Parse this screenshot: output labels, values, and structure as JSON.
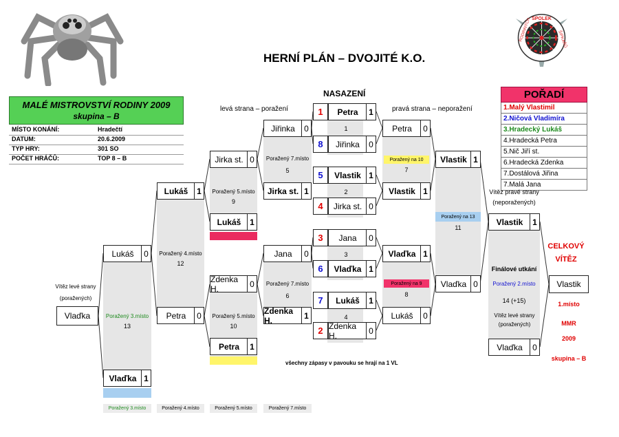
{
  "title": "HERNÍ PLÁN – DVOJITÉ K.O.",
  "logo_text": [
    "SPOLEK",
    "RODINNÝCH",
    "ŠIPKAŘŮ"
  ],
  "info": {
    "heading1": "MALÉ MISTROVSTVÍ RODINY  2009",
    "heading2": "skupina – B",
    "rows": [
      {
        "k": "MÍSTO KONÁNÍ:",
        "v": "Hradečtí"
      },
      {
        "k": "DATUM:",
        "v": "20.6.2009"
      },
      {
        "k": "TYP HRY:",
        "v": "301 SO"
      },
      {
        "k": "POČET HRÁČŮ:",
        "v": "TOP 8 – B"
      }
    ]
  },
  "ranking": {
    "title": "POŘADÍ",
    "items": [
      "1.Malý Vlastimil",
      "2.Ničová Vladimíra",
      "3.Hradecký Lukáš",
      "4.Hradecká Petra",
      "5.Nič Jiří st.",
      "6.Hradecká Zdenka",
      "7.Dostálová Jiřina",
      "7.Malá Jana"
    ]
  },
  "headers": {
    "nasazeni": "NASAZENÍ",
    "left": "levá strana – poražení",
    "right": "pravá strana – neporažení"
  },
  "seeds": [
    {
      "seed": "1",
      "name": "Petra",
      "score": "1",
      "match": "1"
    },
    {
      "seed": "8",
      "name": "Jiřinka",
      "score": "0"
    },
    {
      "seed": "5",
      "name": "Vlastik",
      "score": "1",
      "match": "2"
    },
    {
      "seed": "4",
      "name": "Jirka st.",
      "score": "0"
    },
    {
      "seed": "3",
      "name": "Jana",
      "score": "0",
      "match": "3"
    },
    {
      "seed": "6",
      "name": "Vlaďka",
      "score": "1"
    },
    {
      "seed": "7",
      "name": "Lukáš",
      "score": "1",
      "match": "4"
    },
    {
      "seed": "2",
      "name": "Zdenka H.",
      "score": "0"
    }
  ],
  "winners": {
    "r1": [
      {
        "name": "Petra",
        "score": "0"
      },
      {
        "name": "Vlastik",
        "score": "1"
      },
      {
        "name": "Vlaďka",
        "score": "1"
      },
      {
        "name": "Lukáš",
        "score": "0"
      }
    ],
    "m7_label": "Poražený na 10",
    "m7_num": "7",
    "m8_label": "Poražený na 9",
    "m8_num": "8",
    "r2": [
      {
        "name": "Vlastik",
        "score": "1"
      },
      {
        "name": "Vlaďka",
        "score": "0"
      }
    ],
    "m11_label": "Poražený na 13",
    "m11_num": "11",
    "vitez_prave": [
      "Vítěz pravé strany",
      "(neporažených)"
    ],
    "final_top": {
      "name": "Vlastik",
      "score": "1"
    },
    "final_label": "Finálové utkání",
    "final_place": "Poražený 2.místo",
    "final_num": "14 (+15)",
    "vitez_leve2": [
      "Vítěz levé strany",
      "(poražených)"
    ],
    "final_bot": {
      "name": "Vlaďka",
      "score": "0"
    }
  },
  "overall": {
    "title1": "CELKOVÝ",
    "title2": "VÍTĚZ",
    "name": "Vlastik",
    "place": "1.místo",
    "mmr": "MMR",
    "year": "2009",
    "group": "skupina – B"
  },
  "losers": {
    "r1": [
      {
        "name": "Jiřinka",
        "score": "0"
      },
      {
        "name": "Jirka st.",
        "score": "1"
      },
      {
        "name": "Jana",
        "score": "0"
      },
      {
        "name": "Zdenka H.",
        "score": "1"
      }
    ],
    "m5_label": "Poražený 7.místo",
    "m5_num": "5",
    "m6_label": "Poražený 7.místo",
    "m6_num": "6",
    "r2": [
      {
        "name": "Jirka st.",
        "score": "0"
      },
      {
        "name": "Lukáš",
        "score": "1"
      },
      {
        "name": "Zdenka H.",
        "score": "0"
      },
      {
        "name": "Petra",
        "score": "1"
      }
    ],
    "m9_label": "Poražený 5.místo",
    "m9_num": "9",
    "m10_label": "Poražený 5.místo",
    "m10_num": "10",
    "r3": [
      {
        "name": "Lukáš",
        "score": "1"
      },
      {
        "name": "Petra",
        "score": "0"
      }
    ],
    "m12_label": "Poražený 4.místo",
    "m12_num": "12",
    "r4": [
      {
        "name": "Lukáš",
        "score": "0"
      },
      {
        "name": "Vlaďka",
        "score": "1"
      }
    ],
    "m13_label": "Poražený 3.místo",
    "m13_num": "13",
    "vitez_leve": [
      "Vítěz levé strany",
      "(poražených)"
    ],
    "winner": {
      "name": "Vlaďka"
    }
  },
  "note": "všechny zápasy v pavouku se hrají na 1 VL",
  "legend": [
    "Poražený 3.místo",
    "Poražený 4.místo",
    "Poražený 5.místo",
    "Poražený 7.místo"
  ],
  "colors": {
    "green": "#55d055",
    "pink": "#ea2b5f",
    "blue": "#a8cff0",
    "yellow": "#fff56a",
    "red": "#f1336a"
  }
}
